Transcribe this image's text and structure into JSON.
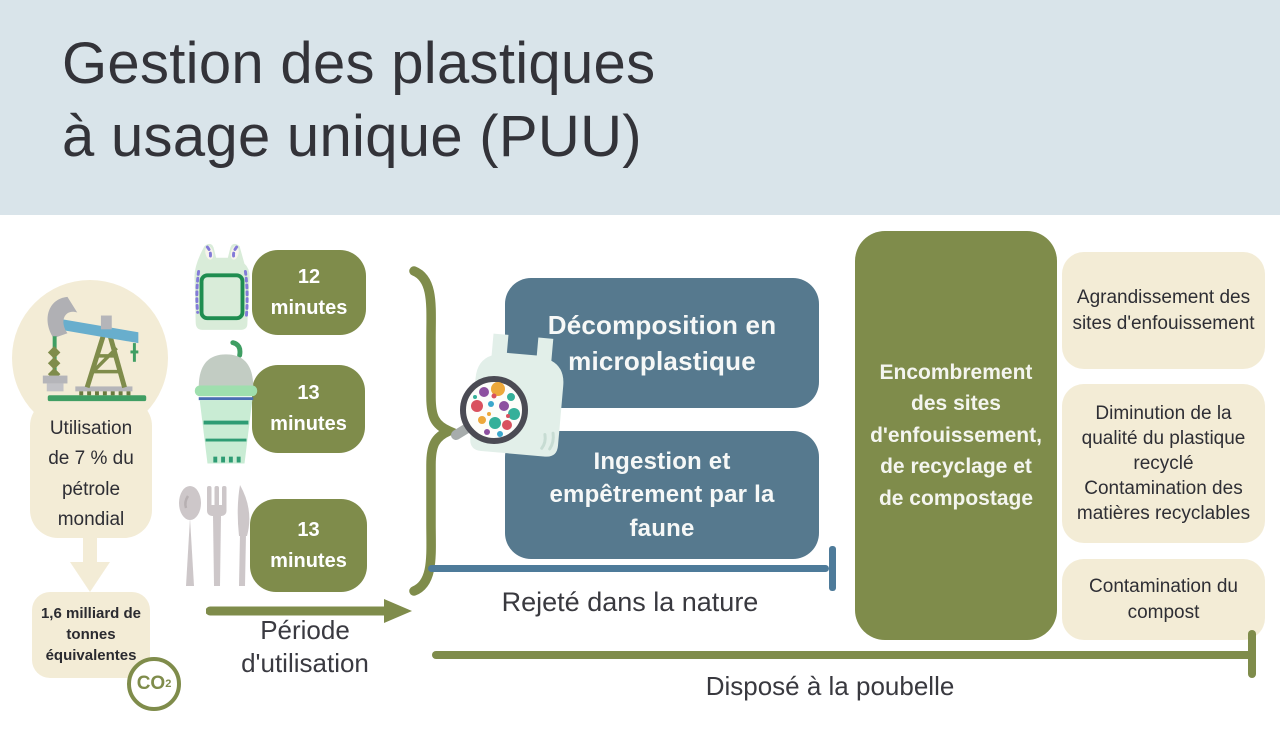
{
  "header": {
    "title": "Gestion des plastiques\nà usage unique (PUU)"
  },
  "petrol": {
    "usage": "Utilisation\nde 7 % du\npétrole\nmondial",
    "equivalent": "1,6 milliard de\ntonnes\néquivalentes",
    "co2_label": "CO",
    "co2_sub": "2"
  },
  "items": [
    {
      "icon": "plastic-bag-icon",
      "value": "12",
      "unit": "minutes",
      "label": "12\nminutes"
    },
    {
      "icon": "cup-icon",
      "value": "13",
      "unit": "minutes",
      "label": "13\nminutes"
    },
    {
      "icon": "cutlery-icon",
      "value": "13",
      "unit": "minutes",
      "label": "13\nminutes"
    }
  ],
  "period_axis": {
    "label": "Période\nd'utilisation"
  },
  "nature": {
    "effects": [
      "Décomposition en\nmicroplastique",
      "Ingestion et\nempêtrement par la\nfaune"
    ],
    "axis_label": "Rejeté dans la nature"
  },
  "disposal": {
    "main_effect": "Encombrement\ndes sites\nd'enfouissement,\nde recyclage et\nde compostage",
    "outcomes": [
      "Agrandissement des\nsites d'enfouissement",
      "Diminution de la\nqualité du plastique\nrecyclé",
      "Contamination des\nmatières recyclables",
      "Contamination du\ncompost"
    ],
    "axis_label": "Disposé à la poubelle"
  },
  "colors": {
    "header_bg": "#d9e4ea",
    "olive": "#7f8c4b",
    "slate_blue": "#56798e",
    "axis_blue": "#4e7b9a",
    "beige": "#f3ecd6",
    "title_text": "#333339",
    "microplastic_dots": [
      "#eda83b",
      "#35b09a",
      "#8d50a0",
      "#d9515e",
      "#3aa7cc"
    ]
  }
}
